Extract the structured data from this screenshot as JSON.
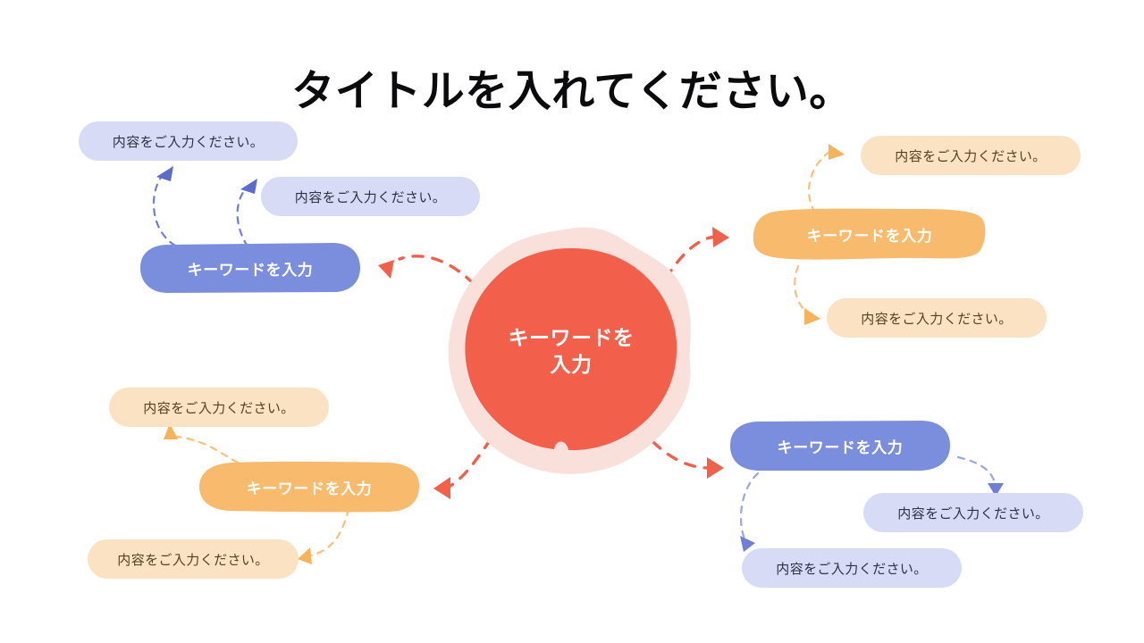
{
  "slide": {
    "title": "タイトルを入れてください。",
    "background_color": "#ffffff"
  },
  "center": {
    "label": "キーワードを\n入力",
    "fill_color": "#f2604c",
    "halo_color": "#fae0da",
    "text_color": "#ffffff"
  },
  "colors": {
    "blue_keyword": "#7b8ddd",
    "blue_content": "#d7dbf6",
    "blue_content_text": "#2d3142",
    "orange_keyword": "#f8ba6c",
    "orange_content": "#fbe2c2",
    "orange_content_text": "#55401f",
    "red_arrow": "#f1604b",
    "blue_arrow": "#6f7fd6",
    "orange_arrow": "#f6c178",
    "title_text": "#0b0b0d"
  },
  "branches": [
    {
      "id": "top-left",
      "accent": "blue",
      "keyword": "キーワードを入力",
      "contents": [
        "内容をご入力ください。",
        "内容をご入力ください。"
      ]
    },
    {
      "id": "top-right",
      "accent": "orange",
      "keyword": "キーワードを入力",
      "contents": [
        "内容をご入力ください。",
        "内容をご入力ください。"
      ]
    },
    {
      "id": "bottom-left",
      "accent": "orange",
      "keyword": "キーワードを入力",
      "contents": [
        "内容をご入力ください。",
        "内容をご入力ください。"
      ]
    },
    {
      "id": "bottom-right",
      "accent": "blue",
      "keyword": "キーワードを入力",
      "contents": [
        "内容をご入力ください。",
        "内容をご入力ください。"
      ]
    }
  ]
}
